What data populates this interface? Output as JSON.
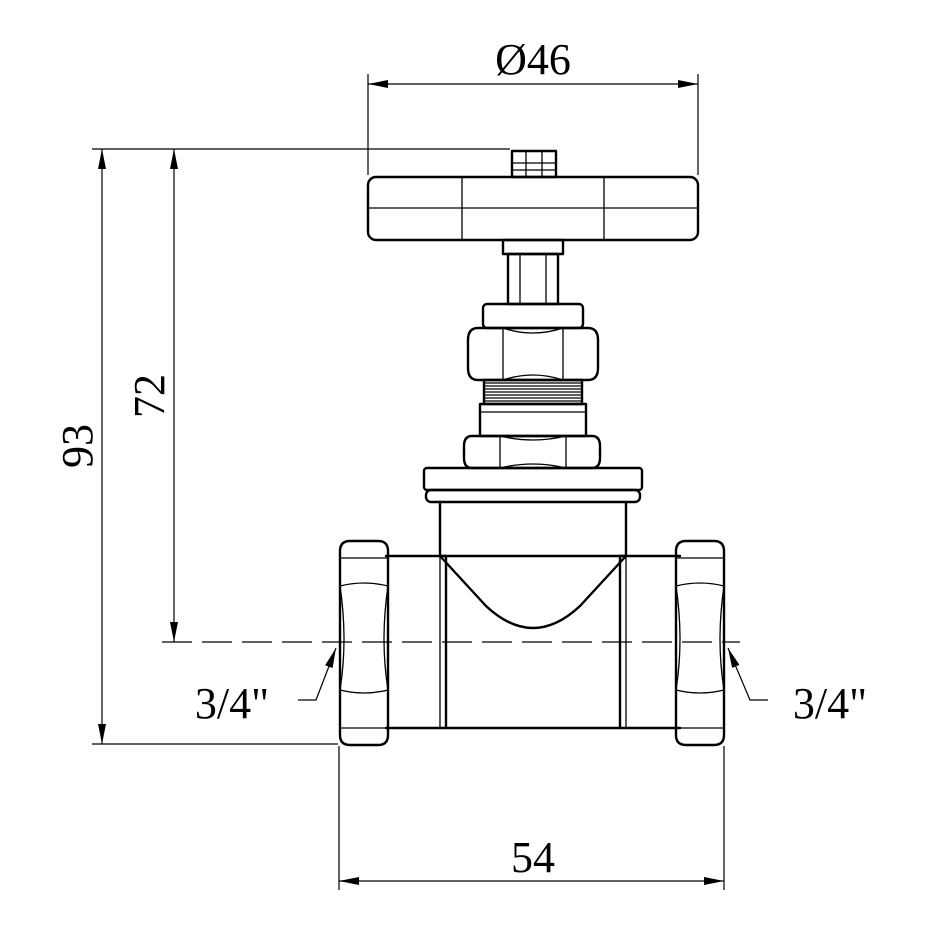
{
  "dimensions": {
    "handle_diameter": "Ø46",
    "total_height": "93",
    "axis_height": "72",
    "body_length": "54",
    "thread_left": "3/4\"",
    "thread_right": "3/4\""
  }
}
